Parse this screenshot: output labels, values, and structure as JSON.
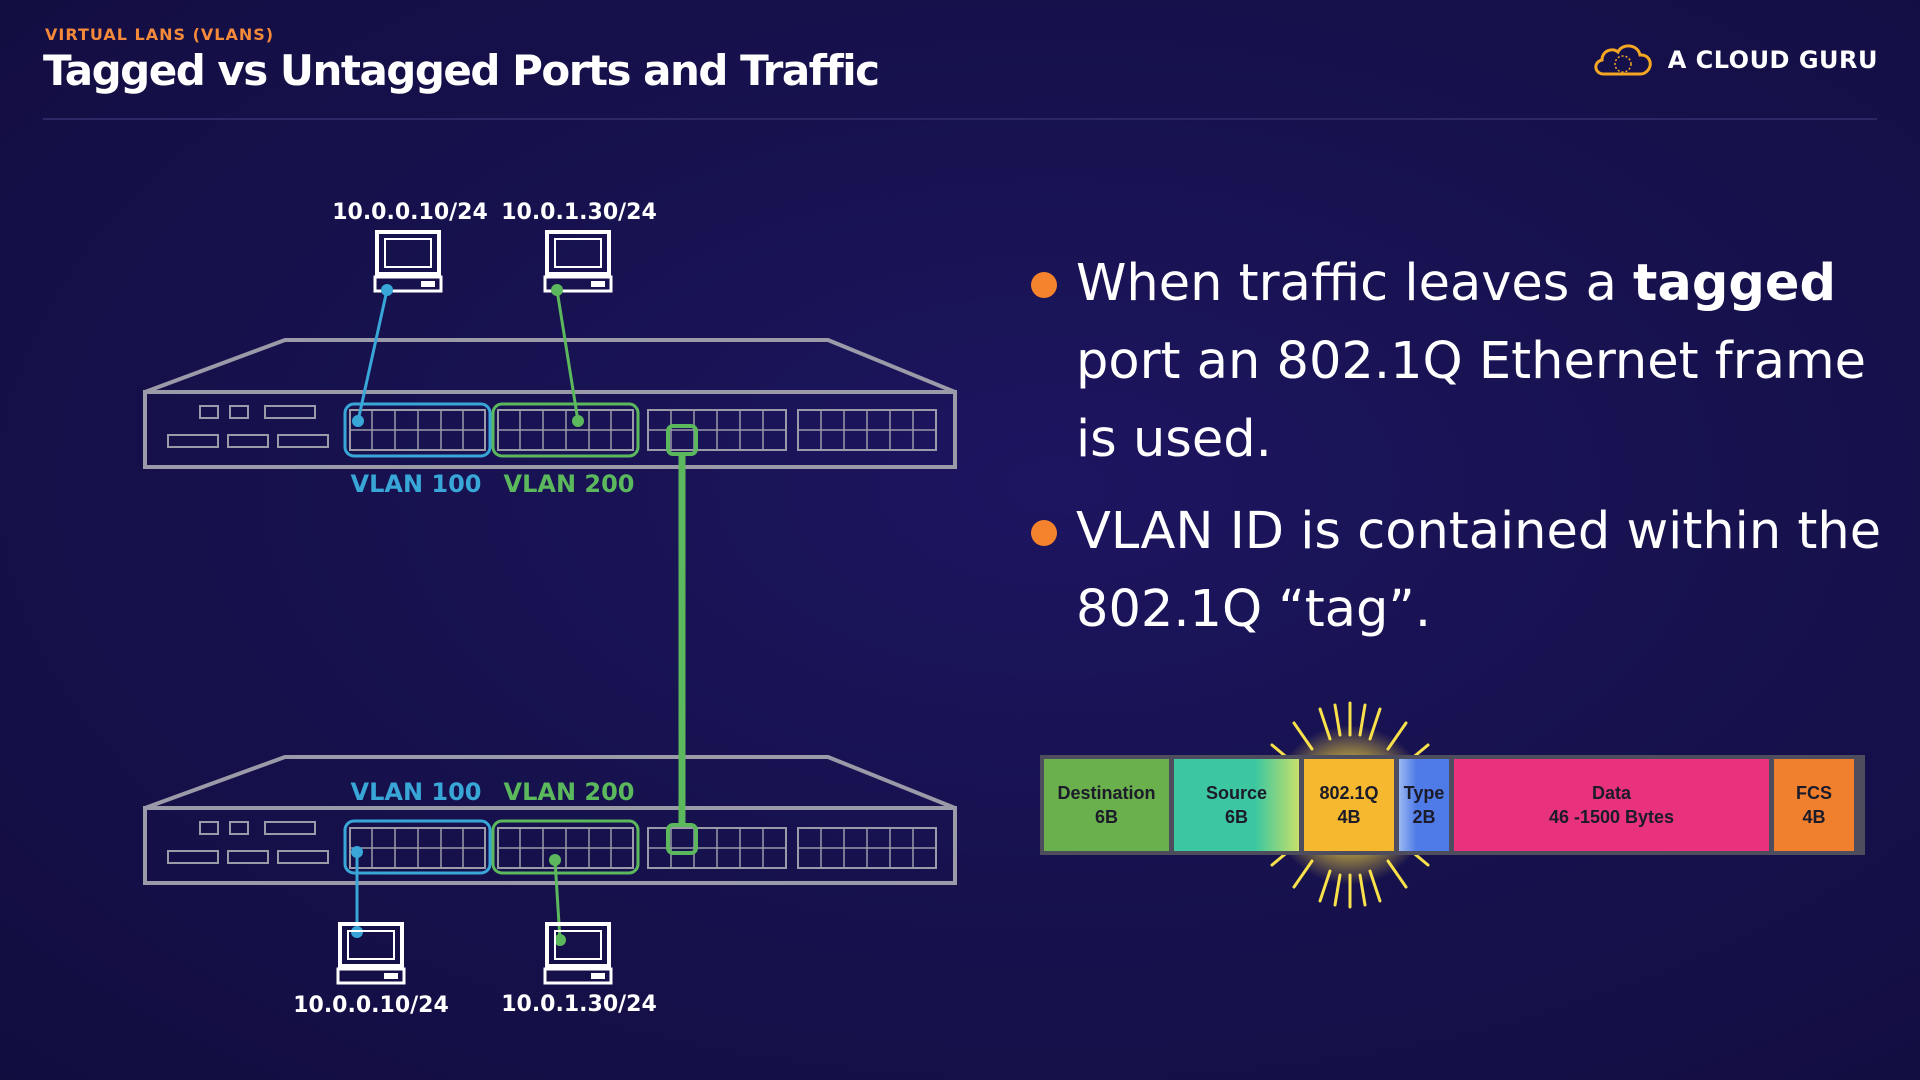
{
  "header": {
    "kicker": "VIRTUAL LANS (VLANS)",
    "title": "Tagged vs Untagged Ports and Traffic"
  },
  "logo": {
    "text": "A CLOUD GURU",
    "icon": "cloud-icon",
    "color": "#f5a623"
  },
  "diagram": {
    "top_hosts": [
      {
        "ip": "10.0.0.10/24",
        "vlan_color": "#39a6d8"
      },
      {
        "ip": "10.0.1.30/24",
        "vlan_color": "#5cb85c"
      }
    ],
    "bottom_hosts": [
      {
        "ip": "10.0.0.10/24",
        "vlan_color": "#39a6d8"
      },
      {
        "ip": "10.0.1.30/24",
        "vlan_color": "#5cb85c"
      }
    ],
    "top_switch_vlans": [
      "VLAN 100",
      "VLAN 200"
    ],
    "bottom_switch_vlans": [
      "VLAN 100",
      "VLAN 200"
    ],
    "colors": {
      "vlan100": "#39a6d8",
      "vlan200": "#5cb85c",
      "switch_outline": "#9a9aa8",
      "trunk": "#5cb85c"
    }
  },
  "bullets": {
    "b1_pre": "When traffic leaves a ",
    "b1_bold": "tagged",
    "b1_post": " port an 802.1Q Ethernet frame is used.",
    "b2": "VLAN ID is contained within the 802.1Q “tag”."
  },
  "frame": {
    "fields": [
      {
        "name": "Destination",
        "size": "6B",
        "color": "#6ab04c"
      },
      {
        "name": "Source",
        "size": "6B",
        "color": "#3cc7a0"
      },
      {
        "name": "802.1Q",
        "size": "4B",
        "color": "#f5b82e"
      },
      {
        "name": "Type",
        "size": "2B",
        "color": "#4f7be8"
      },
      {
        "name": "Data",
        "size": "46 -1500 Bytes",
        "color": "#e8327d"
      },
      {
        "name": "FCS",
        "size": "4B",
        "color": "#f0802e"
      }
    ]
  }
}
